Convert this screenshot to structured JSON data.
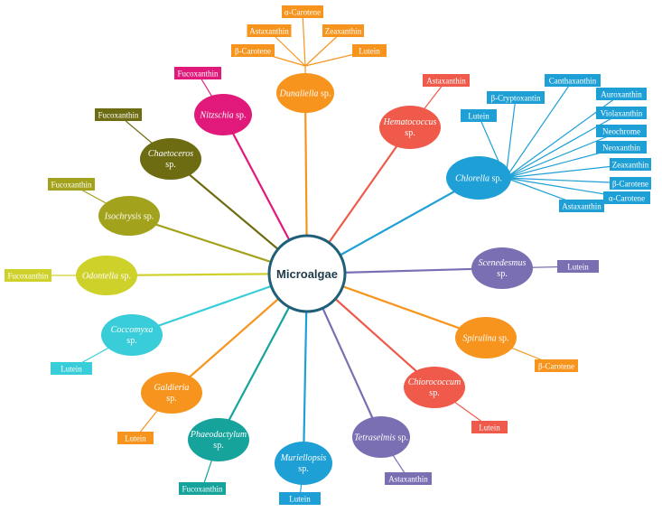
{
  "center": {
    "label": "Microalgae",
    "stroke": "#1f5f7a"
  },
  "algae": [
    {
      "genus": "Dunaliella",
      "suffix": " sp.",
      "color": "#f7941d",
      "pigments": [
        "α-Carotene",
        "Astaxanthin",
        "Zeaxanthin",
        "β-Carotene",
        "Lutein"
      ]
    },
    {
      "genus": "Hematococcus",
      "suffix": " sp.",
      "color": "#ef5a4a",
      "pigments": [
        "Astaxanthin"
      ]
    },
    {
      "genus": "Chlorella",
      "suffix": " sp.",
      "color": "#1ea0d6",
      "pigments": [
        "Canthaxanthin",
        "β-Cryptoxantin",
        "Auroxanthin",
        "Lutein",
        "Violaxanthin",
        "Neochrome",
        "Neoxanthin",
        "Zeaxanthin",
        "β-Carotene",
        "α-Carotene",
        "Astaxanthin"
      ]
    },
    {
      "genus": "Scenedesmus",
      "suffix": " sp.",
      "color": "#7b6fb3",
      "pigments": [
        "Lutein"
      ]
    },
    {
      "genus": "Spirulina",
      "suffix": " sp.",
      "color": "#f7941d",
      "pigments": [
        "β-Carotene"
      ]
    },
    {
      "genus": "Chiorococcum",
      "suffix": " sp.",
      "color": "#ef5a4a",
      "pigments": [
        "Lutein"
      ]
    },
    {
      "genus": "Tetraselmis",
      "suffix": " sp.",
      "color": "#7b6fb3",
      "pigments": [
        "Astaxanthin"
      ]
    },
    {
      "genus": "Muriellopsis",
      "suffix": " sp.",
      "color": "#1ea0d6",
      "pigments": [
        "Lutein"
      ]
    },
    {
      "genus": "Phaeodactylum",
      "suffix": " sp.",
      "color": "#15a39b",
      "pigments": [
        "Fucoxanthin"
      ]
    },
    {
      "genus": "Galdieria",
      "suffix": " sp.",
      "color": "#f7941d",
      "pigments": [
        "Lutein"
      ]
    },
    {
      "genus": "Coccomyxa",
      "suffix": " sp.",
      "color": "#38cdd8",
      "pigments": [
        "Lutein"
      ]
    },
    {
      "genus": "Odontella",
      "suffix": " sp.",
      "color": "#cfd12b",
      "pigments": [
        "Fucoxanthin"
      ]
    },
    {
      "genus": "Isochrysis",
      "suffix": " sp.",
      "color": "#a3a21d",
      "pigments": [
        "Fucoxanthin"
      ]
    },
    {
      "genus": "Chaetoceros",
      "suffix": " sp.",
      "color": "#6e6c12",
      "pigments": [
        "Fucoxanthin"
      ]
    },
    {
      "genus": "Nitzschia",
      "suffix": " sp.",
      "color": "#e0197a",
      "pigments": [
        "Fucoxanthin"
      ]
    }
  ]
}
